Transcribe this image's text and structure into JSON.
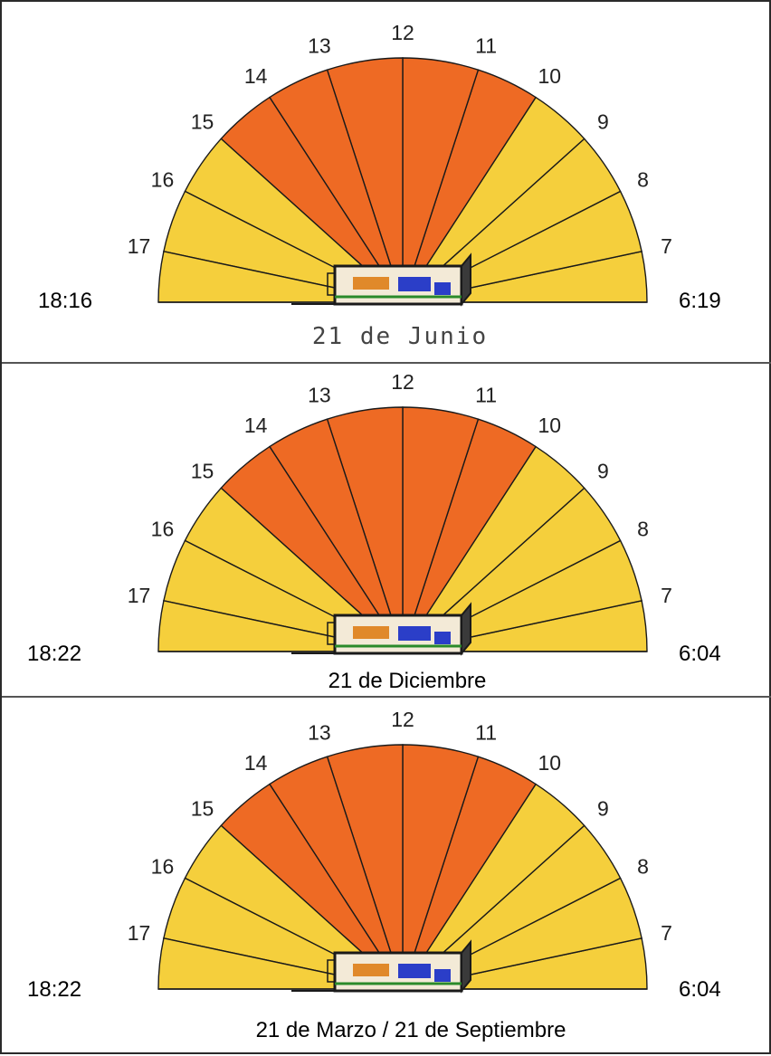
{
  "colors": {
    "outside": "#f5cf3c",
    "sun_hours": "#ee6a24",
    "lines": "#1a1a1a",
    "text": "#111111"
  },
  "icons": {
    "house": "house-plan-icon"
  },
  "panels": [
    {
      "date_label": "21 de Junio",
      "sunset": "18:16",
      "sunrise": "6:19",
      "hour_labels": [
        "7",
        "8",
        "9",
        "10",
        "11",
        "12",
        "13",
        "14",
        "15",
        "16",
        "17"
      ],
      "highlighted_hours": [
        "10",
        "11",
        "12",
        "13",
        "14"
      ]
    },
    {
      "date_label": "21 de Diciembre",
      "sunset": "18:22",
      "sunrise": "6:04",
      "hour_labels": [
        "7",
        "8",
        "9",
        "10",
        "11",
        "12",
        "13",
        "14",
        "15",
        "16",
        "17"
      ],
      "highlighted_hours": [
        "10",
        "11",
        "12",
        "13",
        "14"
      ]
    },
    {
      "date_label": "21 de Marzo / 21 de Septiembre",
      "sunset": "18:22",
      "sunrise": "6:04",
      "hour_labels": [
        "7",
        "8",
        "9",
        "10",
        "11",
        "12",
        "13",
        "14",
        "15",
        "16",
        "17"
      ],
      "highlighted_hours": [
        "10",
        "11",
        "12",
        "13",
        "14"
      ]
    }
  ]
}
